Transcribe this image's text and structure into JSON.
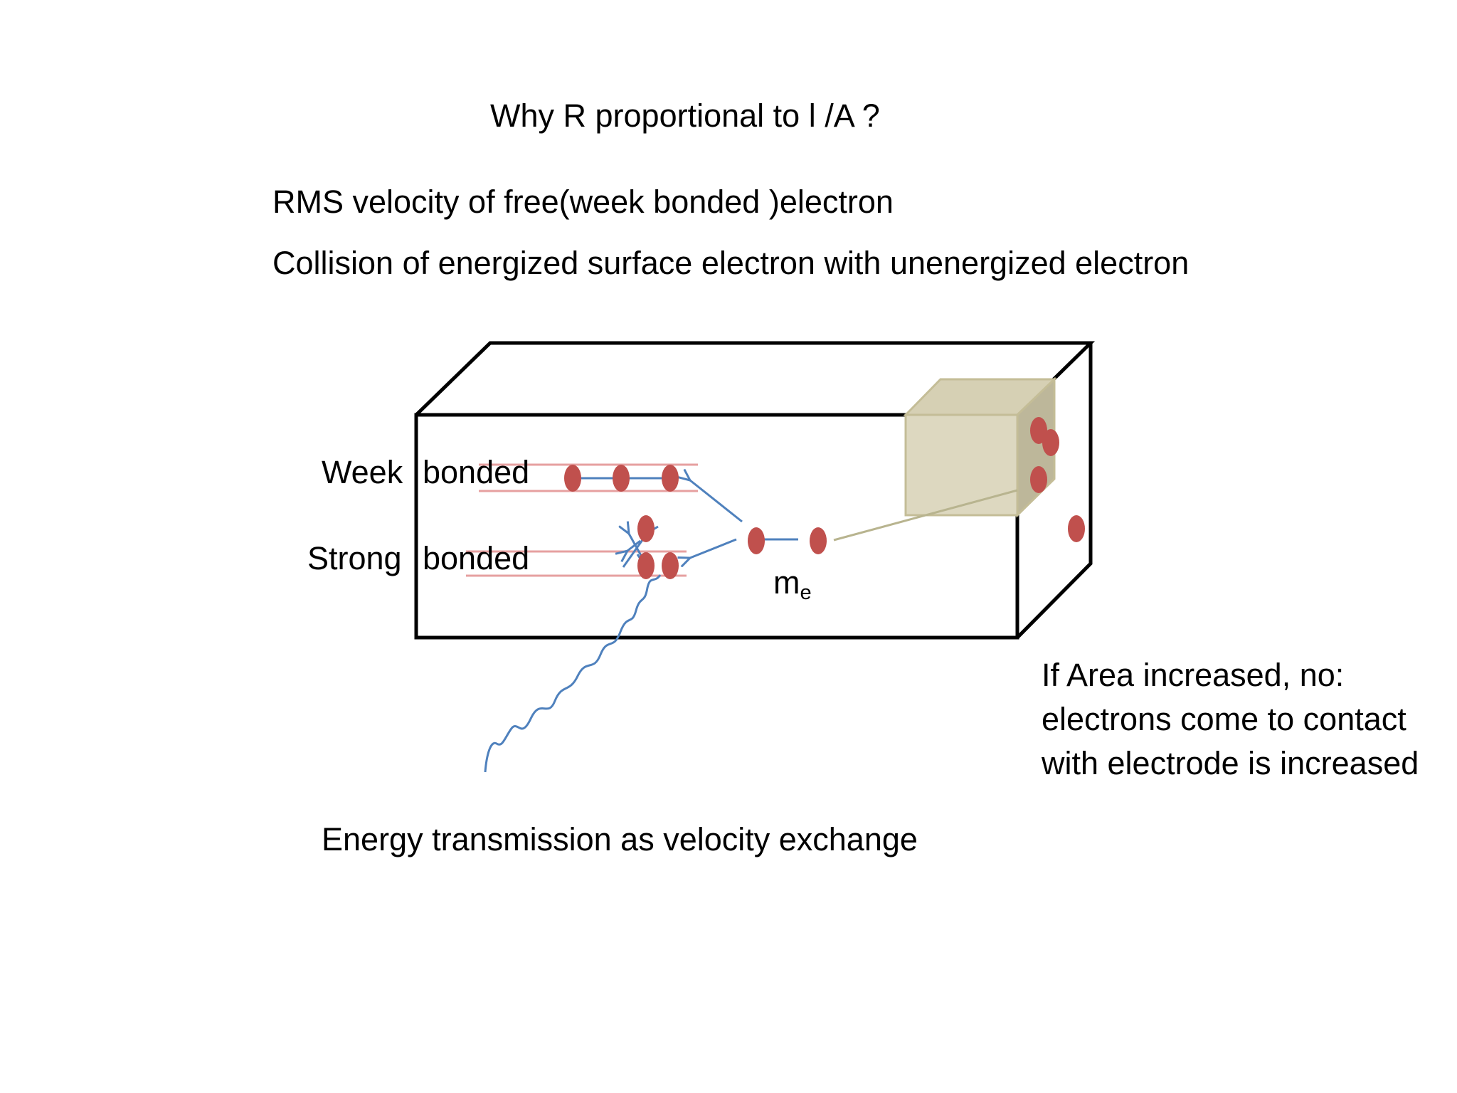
{
  "slide": {
    "title": "Why R proportional to l /A   ?",
    "line1": "RMS velocity of free(week bonded )electron",
    "line2": "Collision of energized surface electron with unenergized electron"
  },
  "diagram": {
    "week_label": "Week",
    "weak_bond_label": "bonded",
    "strong_label": "Strong",
    "strong_bond_label": "bonded",
    "me_main": "m",
    "me_sub": "e",
    "area_note": [
      "If Area increased, no:",
      "electrons come to contact",
      "with electrode is increased"
    ],
    "bottom_caption": "Energy transmission as velocity exchange",
    "colors": {
      "electron": "#c0504d",
      "arrow": "#4f81bd",
      "bond_line": "#e6a0a0",
      "electrode_fill": "#ddd8c0",
      "electrode_stroke": "#c4bd97",
      "box_stroke": "#000000"
    }
  }
}
